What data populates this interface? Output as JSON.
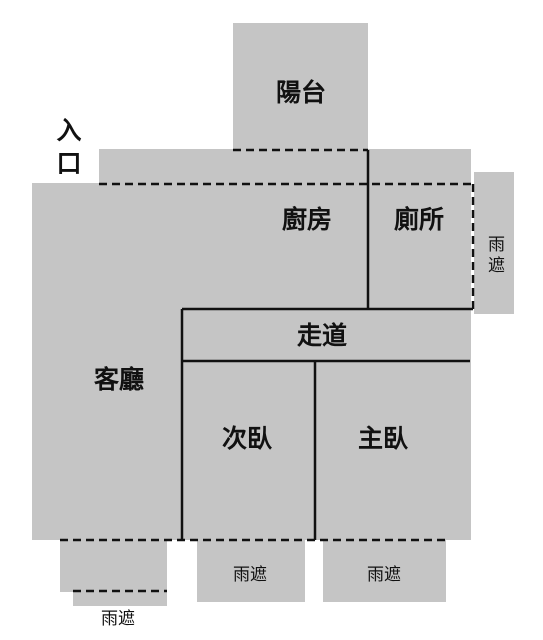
{
  "colors": {
    "room": "#c5c5c5",
    "wall": "#111111",
    "background": "#ffffff"
  },
  "rooms": {
    "balcony": "陽台",
    "entrance": "入口",
    "kitchen": "廚房",
    "bathroom": "廁所",
    "canopy_right": "雨遮",
    "corridor": "走道",
    "living_room": "客廳",
    "second_bedroom": "次臥",
    "master_bedroom": "主臥",
    "canopy_bottom_left": "雨遮",
    "canopy_bottom_mid": "雨遮",
    "canopy_bottom_right": "雨遮"
  }
}
